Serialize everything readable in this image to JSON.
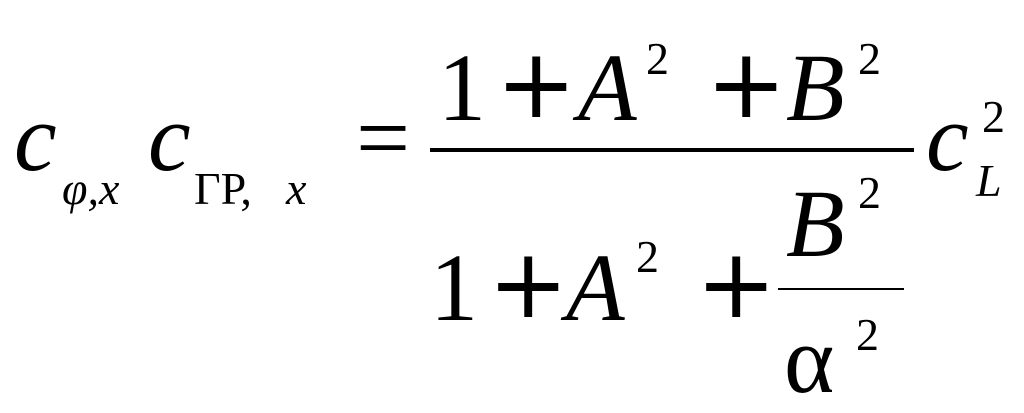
{
  "formula": {
    "lhs": {
      "c1": "c",
      "sub1": "φ,x",
      "c2": "c",
      "sub2_upright": "ГР,",
      "sub2_italic": "x"
    },
    "equals": "=",
    "numerator": {
      "one": "1",
      "plus1": "+",
      "A": "A",
      "A_exp": "2",
      "plus2": "+",
      "B": "B",
      "B_exp": "2"
    },
    "denominator": {
      "one": "1",
      "plus1": "+",
      "A": "A",
      "A_exp": "2",
      "plus2": "+",
      "inner_num_B": "B",
      "inner_num_exp": "2",
      "inner_den_alpha": "α",
      "inner_den_exp": "2"
    },
    "rhs": {
      "c": "c",
      "c_exp": "2",
      "c_sub": "L"
    }
  }
}
